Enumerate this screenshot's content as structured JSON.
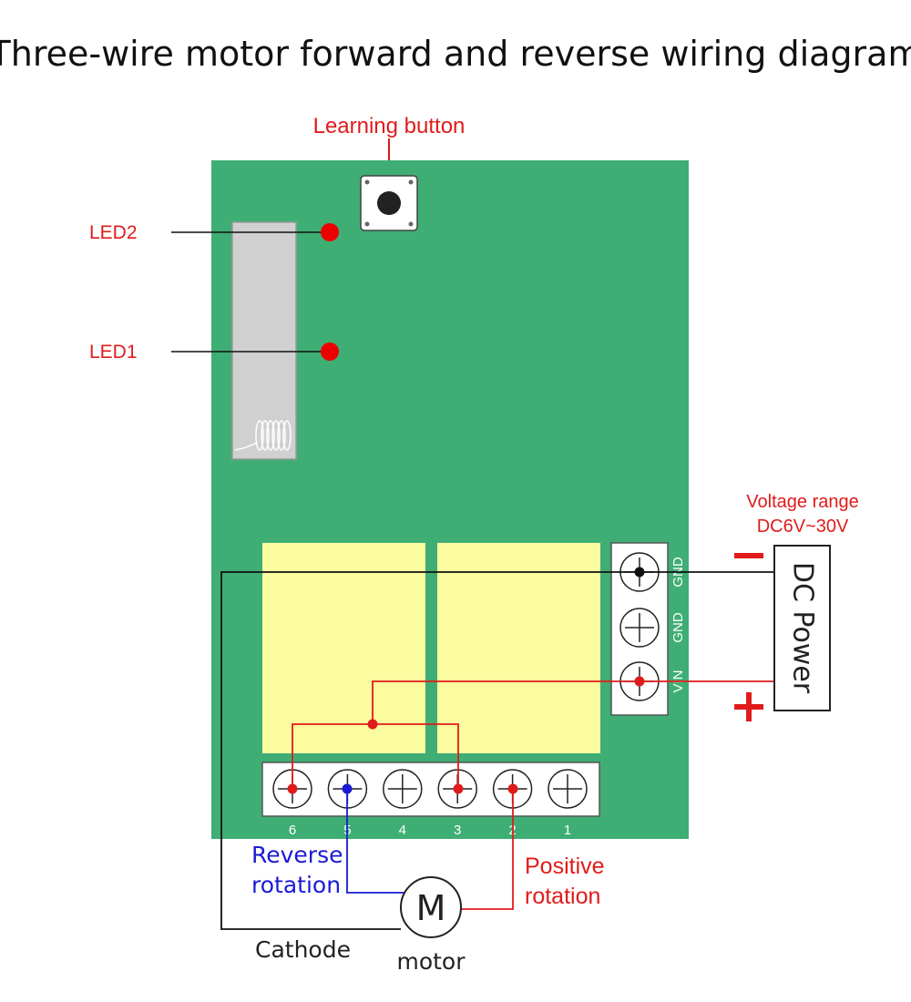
{
  "title": "Three-wire motor forward and reverse wiring diagram",
  "labels": {
    "learning_button": "Learning button",
    "led2": "LED2",
    "led1": "LED1",
    "voltage_range_line1": "Voltage range",
    "voltage_range_line2": "DC6V~30V",
    "dc_power": "DC Power",
    "minus": "−",
    "plus": "+",
    "reverse_line1": "Reverse",
    "reverse_line2": "rotation",
    "positive_line1": "Positive",
    "positive_line2": "rotation",
    "cathode": "Cathode",
    "motor_symbol": "M",
    "motor": "motor"
  },
  "power_terminals": [
    "GND",
    "GND",
    "VIN"
  ],
  "output_terminals": [
    "6",
    "5",
    "4",
    "3",
    "2",
    "1"
  ],
  "colors": {
    "board": "#3fae74",
    "relay": "#fbfba0",
    "terminal_block": "#ffffff",
    "wire_red": "#e01b1b",
    "wire_blue": "#1a1ad6",
    "wire_black": "#111111",
    "led": "#ee0000"
  }
}
